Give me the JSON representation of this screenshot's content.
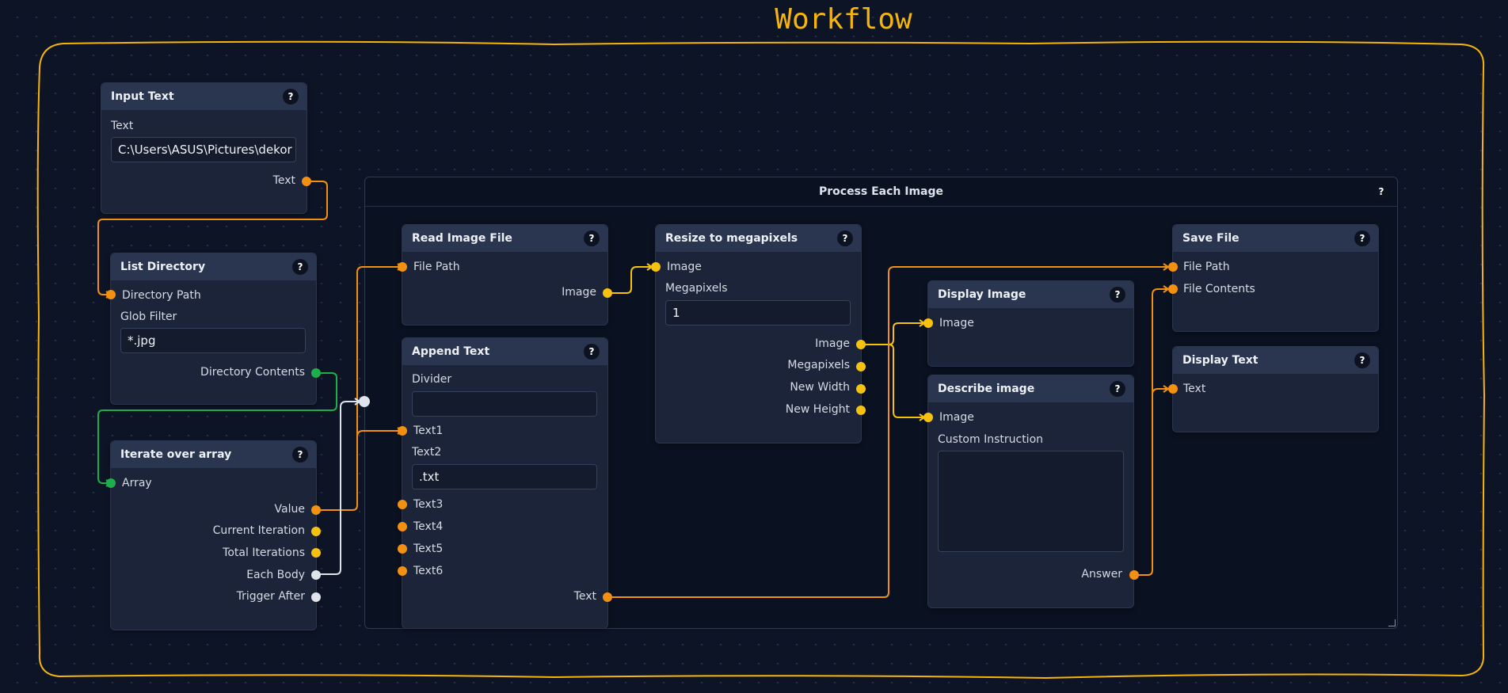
{
  "title": "Workflow",
  "colors": {
    "accent": "#f5b50b",
    "wire_orange": "#f29111",
    "wire_yellow": "#f5c20f",
    "wire_green": "#1fae4c",
    "wire_white": "#dfe3ea"
  },
  "group": {
    "title": "Process Each Image",
    "help": "?"
  },
  "nodes": {
    "input_text": {
      "title": "Input Text",
      "help": "?",
      "text_label": "Text",
      "text_value": "C:\\Users\\ASUS\\Pictures\\dekor",
      "out_text": "Text"
    },
    "list_directory": {
      "title": "List Directory",
      "help": "?",
      "in_directory_path": "Directory Path",
      "glob_label": "Glob Filter",
      "glob_value": "*.jpg",
      "out_directory_contents": "Directory Contents"
    },
    "iterate": {
      "title": "Iterate over array",
      "help": "?",
      "in_array": "Array",
      "out_value": "Value",
      "out_current_iteration": "Current Iteration",
      "out_total_iterations": "Total Iterations",
      "out_each_body": "Each Body",
      "out_trigger_after": "Trigger After"
    },
    "read_image": {
      "title": "Read Image File",
      "help": "?",
      "in_file_path": "File Path",
      "out_image": "Image"
    },
    "append_text": {
      "title": "Append Text",
      "help": "?",
      "divider_label": "Divider",
      "divider_value": "",
      "in_text1": "Text1",
      "text2_label": "Text2",
      "text2_value": ".txt",
      "in_text3": "Text3",
      "in_text4": "Text4",
      "in_text5": "Text5",
      "in_text6": "Text6",
      "out_text": "Text"
    },
    "resize": {
      "title": "Resize to megapixels",
      "help": "?",
      "in_image": "Image",
      "megapixels_label": "Megapixels",
      "megapixels_value": "1",
      "out_image": "Image",
      "out_megapixels": "Megapixels",
      "out_new_width": "New Width",
      "out_new_height": "New Height"
    },
    "display_image": {
      "title": "Display Image",
      "help": "?",
      "in_image": "Image"
    },
    "describe_image": {
      "title": "Describe image",
      "help": "?",
      "in_image": "Image",
      "instruction_label": "Custom Instruction",
      "instruction_value": "",
      "out_answer": "Answer"
    },
    "save_file": {
      "title": "Save File",
      "help": "?",
      "in_file_path": "File Path",
      "in_file_contents": "File Contents"
    },
    "display_text": {
      "title": "Display Text",
      "help": "?",
      "in_text": "Text"
    }
  }
}
